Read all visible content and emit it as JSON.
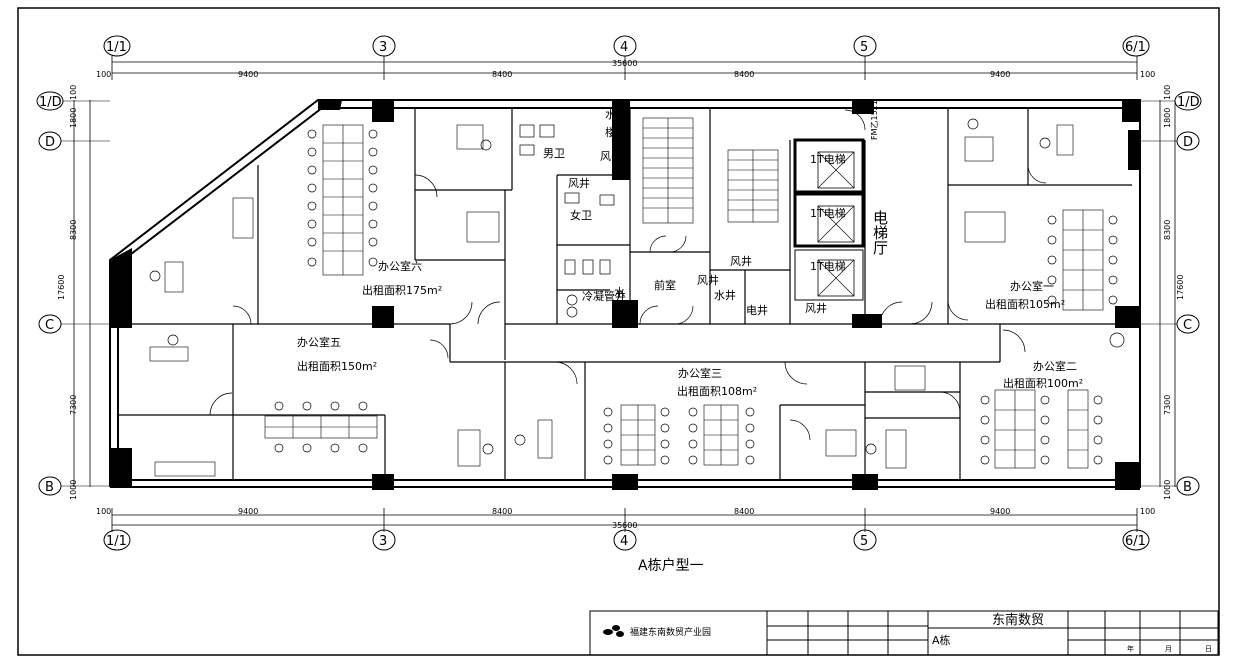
{
  "drawing": {
    "title": "A栋户型一",
    "company": "福建东南数贸产业园",
    "project": "东南数贸",
    "building": "A栋",
    "date_fields": [
      "年",
      "月",
      "日"
    ]
  },
  "axes": {
    "columns": [
      "1/1",
      "3",
      "4",
      "5",
      "6/1"
    ],
    "rows": [
      "1/D",
      "D",
      "C",
      "B"
    ]
  },
  "dimensions": {
    "top_total": "35600",
    "bottom_total": "35600",
    "spans": [
      "9400",
      "8400",
      "8400",
      "9400"
    ],
    "edge": "100",
    "left_edge": "100",
    "right_edge": "100",
    "vertical": [
      "1800",
      "8300",
      "17600",
      "7300"
    ],
    "bottom_edge": "1000"
  },
  "rooms": {
    "office1": {
      "name": "办公室一",
      "area": "出租面积105m²"
    },
    "office2": {
      "name": "办公室二",
      "area": "出租面积100m²"
    },
    "office3": {
      "name": "办公室三",
      "area": "出租面积108m²"
    },
    "office5": {
      "name": "办公室五",
      "area": "出租面积150m²"
    },
    "office6": {
      "name": "办公室六",
      "area": "出租面积175m²"
    },
    "mens_wc": "男卫",
    "womens_wc": "女卫",
    "wind_shaft": "风井",
    "water_shaft": "水井",
    "elec_shaft": "电井",
    "anteroom": "前室",
    "elevator_hall": "电梯厅",
    "elevator": "1T电梯",
    "water_label": "水",
    "stair_label": "楼",
    "cold_pipe": "冷凝管井",
    "fire_door": "FM乙1521"
  }
}
